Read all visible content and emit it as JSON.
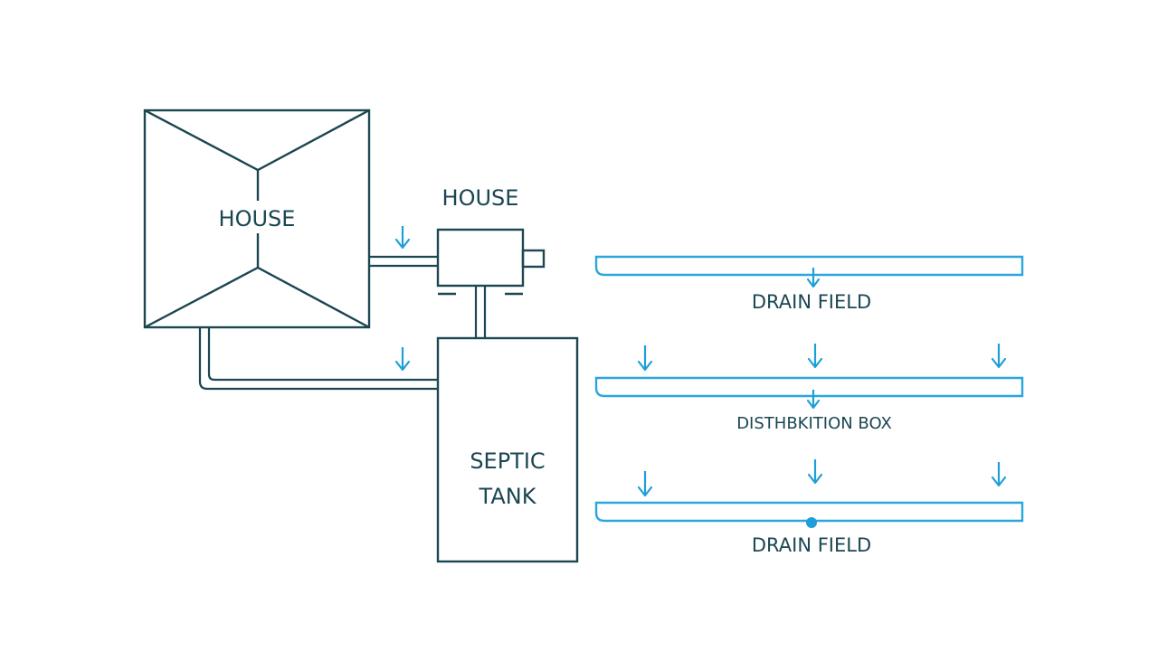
{
  "diagram": {
    "house_label": "HOUSE",
    "pump_label": "HOUSE",
    "tank_label_line1": "SEPTIC",
    "tank_label_line2": "TANK",
    "drain_field_top_label": "DRAIN FIELD",
    "distribution_box_label": "DISTHBKITION BOX",
    "drain_field_bottom_label": "DRAIN FIELD"
  },
  "colors": {
    "outline": "#1b4652",
    "accent": "#2aa6dc",
    "background": "#ffffff"
  }
}
